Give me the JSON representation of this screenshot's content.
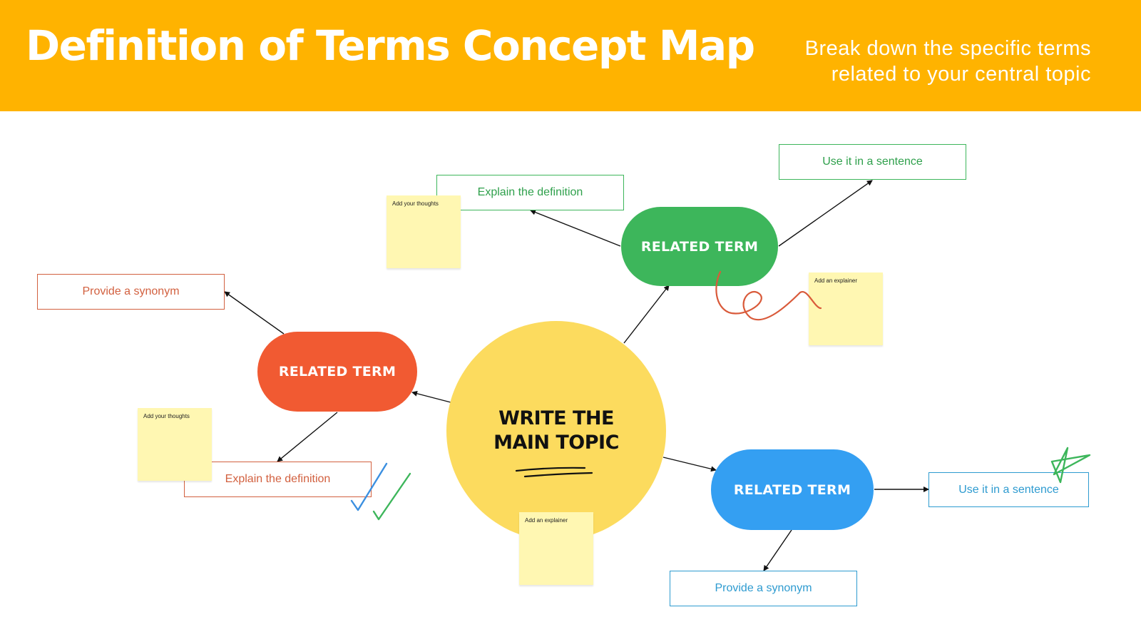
{
  "header": {
    "title": "Definition of Terms Concept Map",
    "subtitle_line1": "Break down the specific terms",
    "subtitle_line2": "related to your central topic"
  },
  "main_topic": {
    "line1": "WRITE THE",
    "line2": "MAIN TOPIC"
  },
  "terms": {
    "green": "RELATED TERM",
    "red": "RELATED TERM",
    "blue": "RELATED TERM"
  },
  "boxes": {
    "green_definition": "Explain the definition",
    "green_sentence": "Use it in a sentence",
    "red_synonym": "Provide a synonym",
    "red_definition": "Explain the definition",
    "blue_sentence": "Use it in a sentence",
    "blue_synonym": "Provide a synonym"
  },
  "notes": {
    "top_left": "Add your thoughts",
    "right": "Add an explainer",
    "left": "Add your thoughts",
    "bottom": "Add an explainer"
  },
  "colors": {
    "header": "#FFB300",
    "green": "#3DB65B",
    "red": "#F15A32",
    "blue": "#349FF2",
    "main_circle": "#FCDB5E",
    "sticky_note": "#FFF7B2"
  }
}
